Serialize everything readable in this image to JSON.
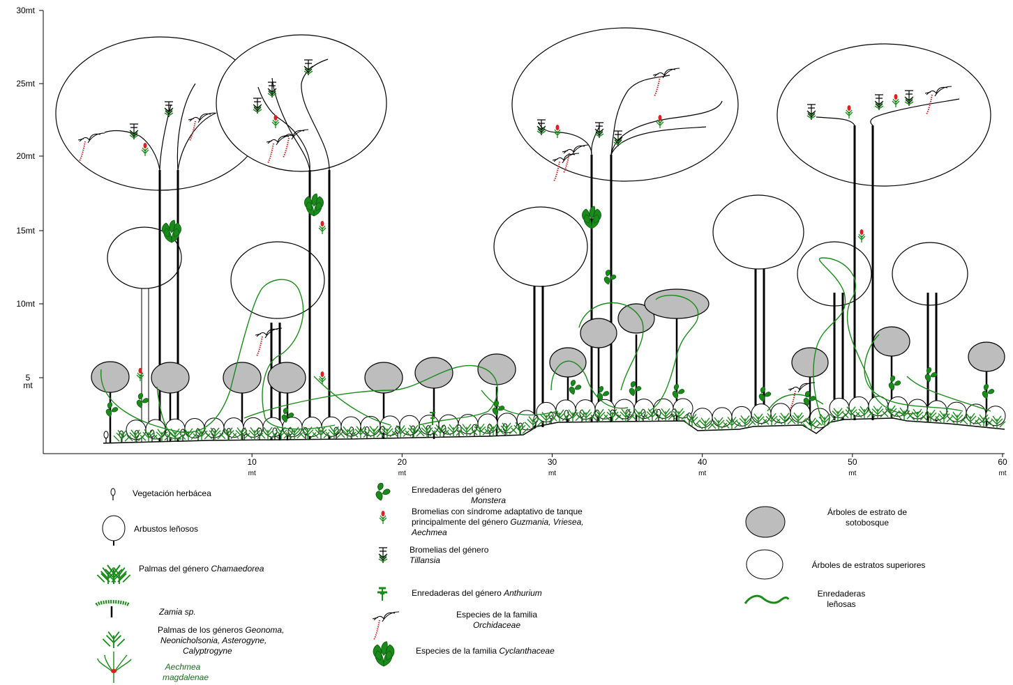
{
  "colors": {
    "understory_fill": "#bdbdbd",
    "green": "#1a8a1a",
    "dark_green": "#0e5e12",
    "red": "#e02020",
    "black": "#000000"
  },
  "y_axis": {
    "ticks": [
      {
        "value": 30,
        "label": "30mt"
      },
      {
        "value": 25,
        "label": "25mt"
      },
      {
        "value": 20,
        "label": "20mt"
      },
      {
        "value": 15,
        "label": "15mt"
      },
      {
        "value": 10,
        "label": "10mt"
      },
      {
        "value": 5,
        "label": "5",
        "sublabel": "mt"
      }
    ]
  },
  "x_axis": {
    "unit": "mt",
    "ticks": [
      10,
      20,
      30,
      40,
      50,
      60
    ]
  },
  "legend": {
    "herbaceous": "Vegetación herbácea",
    "shrubs": "Arbustos leñosos",
    "chamaedorea_prefix": "Palmas del género ",
    "chamaedorea_name": "Chamaedorea",
    "zamia": "Zamia  sp.",
    "geonoma_prefix": "Palmas de los géneros ",
    "geonoma_l1": "Geonoma,",
    "geonoma_l2": "Neonicholsonia, Asterogyne,",
    "geonoma_l3": "Calyptrogyne",
    "aechmea_l1": "Aechmea",
    "aechmea_l2": "magdalenae",
    "monstera_l1": "Enredaderas del género",
    "monstera_l2": "Monstera",
    "tank_l1": "Bromelias con síndrome adaptativo de tanque",
    "tank_l2_prefix": "principalmente del género ",
    "tank_l2_names": "Guzmania,   Vriesea,",
    "tank_l3": "Aechmea",
    "tillandsia_l1": "Bromelias del género",
    "tillandsia_l2": "Tillansia",
    "anthurium_prefix": "Enredaderas del género ",
    "anthurium_name": "Anthurium",
    "orchid_l1": "Especies de la familia",
    "orchid_l2": "Orchidaceae",
    "cyclanth_prefix": "Especies de la familia ",
    "cyclanth_name": "Cyclanthaceae",
    "understory_l1": "Árboles de estrato de",
    "understory_l2": "sotobosque",
    "upper": "Árboles de estratos superiores",
    "lianas_l1": "Enredaderas",
    "lianas_l2": "leñosas"
  }
}
